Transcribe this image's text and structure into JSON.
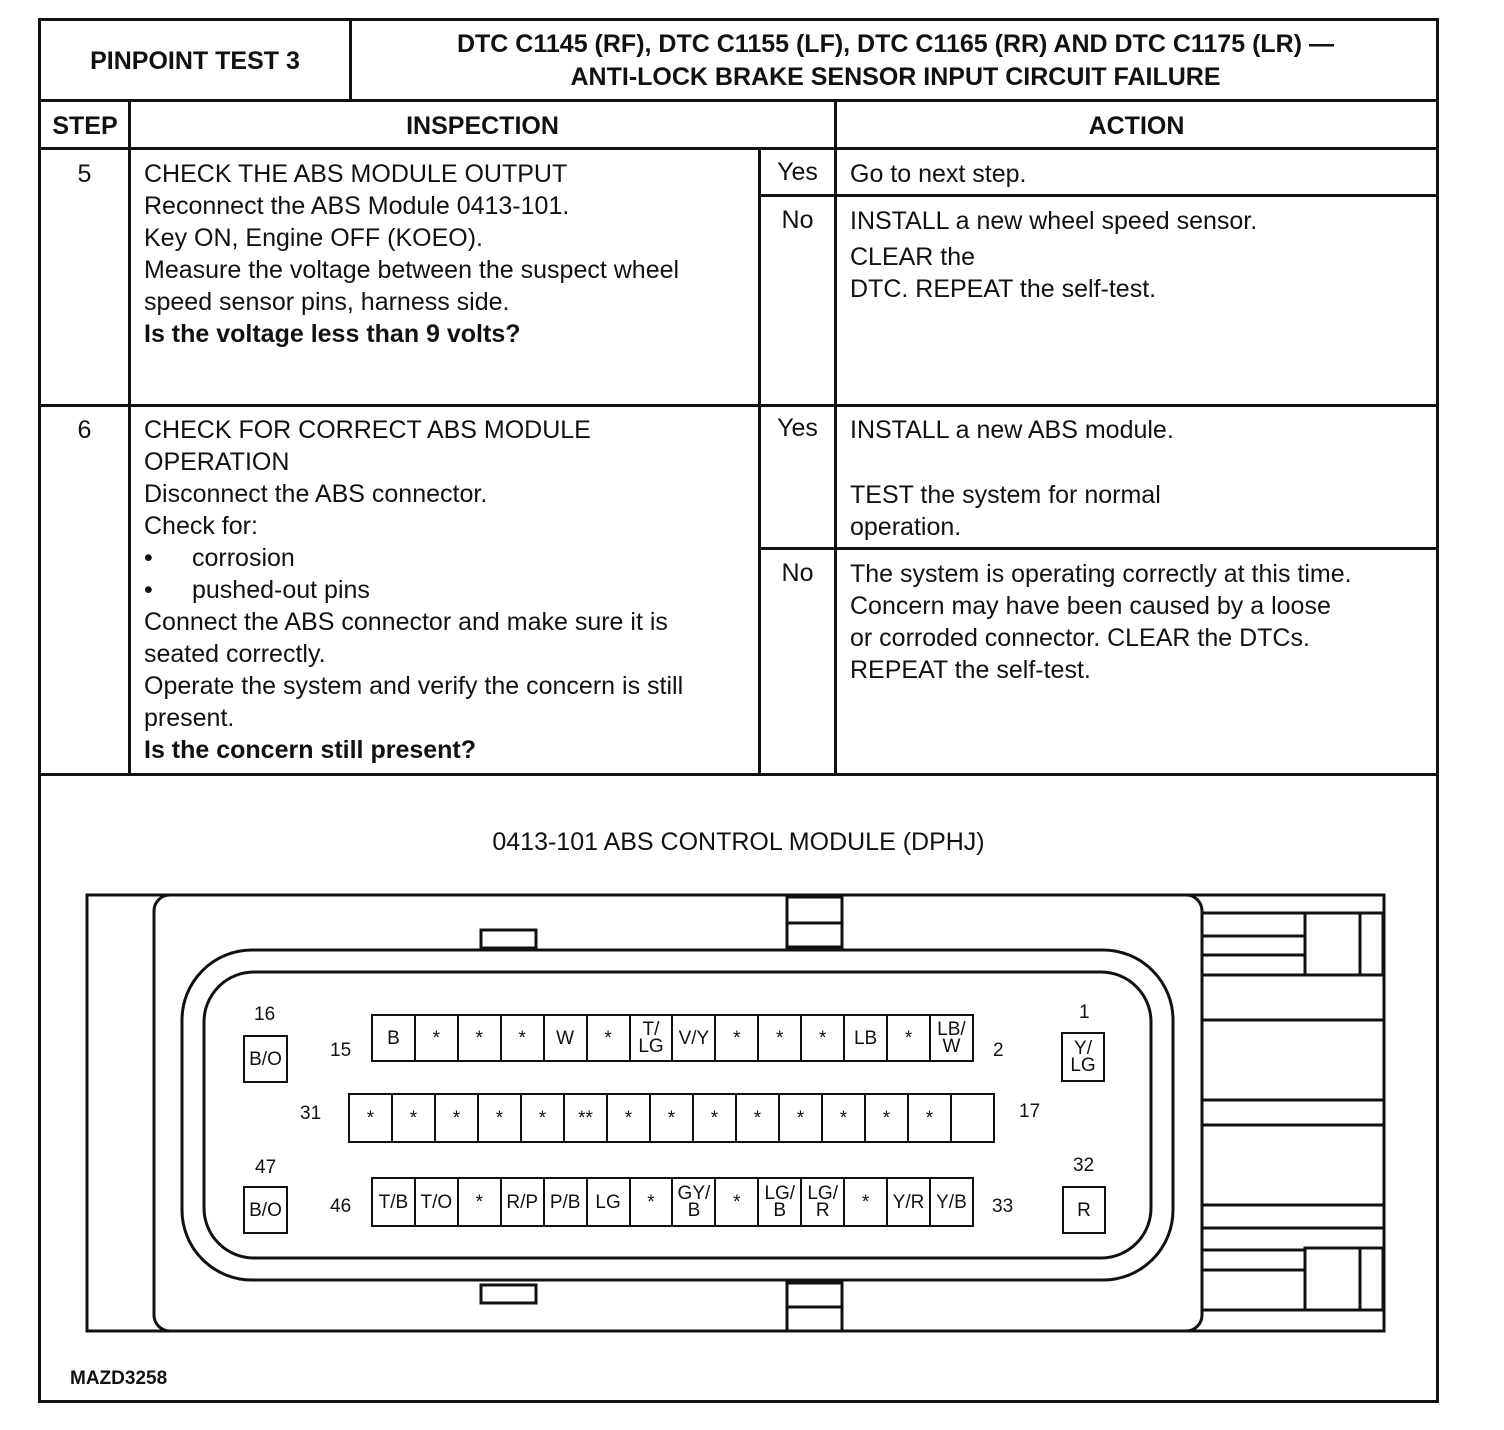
{
  "header": {
    "test_label": "PINPOINT TEST 3",
    "title_line1": "DTC C1145 (RF), DTC C1155 (LF), DTC C1165 (RR) AND DTC C1175 (LR) —",
    "title_line2": "ANTI-LOCK BRAKE SENSOR INPUT CIRCUIT FAILURE"
  },
  "columns": {
    "step": "STEP",
    "inspection": "INSPECTION",
    "action": "ACTION"
  },
  "steps": [
    {
      "number": "5",
      "title": "CHECK THE ABS MODULE OUTPUT",
      "lines": [
        "Reconnect the ABS Module 0413-101.",
        "Key ON, Engine OFF (KOEO).",
        "Measure the voltage between the suspect wheel",
        "speed sensor pins, harness side."
      ],
      "question": "Is the voltage less than 9 volts?",
      "yes_label": "Yes",
      "yes_action": [
        "Go to next step."
      ],
      "no_label": "No",
      "no_action": [
        "INSTALL a new wheel speed sensor.",
        "CLEAR the",
        "DTC. REPEAT the self-test."
      ]
    },
    {
      "number": "6",
      "title_lines": [
        "CHECK FOR CORRECT ABS MODULE",
        "OPERATION"
      ],
      "lines": [
        "Disconnect the ABS connector.",
        "Check for:"
      ],
      "bullets": [
        "corrosion",
        "pushed-out pins"
      ],
      "lines_after": [
        "Connect the ABS connector and make sure it is",
        "seated correctly.",
        "Operate the system and verify the concern is still",
        "present."
      ],
      "question": "Is the concern still present?",
      "yes_label": "Yes",
      "yes_action": [
        "INSTALL a new ABS module.",
        "TEST the system for normal",
        "operation."
      ],
      "no_label": "No",
      "no_action": [
        "The system is operating correctly at this time.",
        "Concern may have been caused by a loose",
        "or corroded connector.  CLEAR the DTCs.",
        "REPEAT the self-test."
      ]
    }
  ],
  "diagram": {
    "title": "0413-101 ABS CONTROL MODULE (DPHJ)",
    "figure_id": "MAZD3258",
    "pin_numbers": {
      "p16": "16",
      "p15": "15",
      "p2": "2",
      "p1": "1",
      "p31": "31",
      "p17": "17",
      "p47": "47",
      "p46": "46",
      "p33": "33",
      "p32": "32"
    },
    "side_pins": {
      "left_top": "B/O",
      "left_bottom": "B/O",
      "right_top": [
        "Y/",
        "LG"
      ],
      "right_bottom": "R"
    },
    "row1": [
      [
        "B"
      ],
      [
        "*"
      ],
      [
        "*"
      ],
      [
        "*"
      ],
      [
        "W"
      ],
      [
        "*"
      ],
      [
        "T/",
        "LG"
      ],
      [
        "V/Y"
      ],
      [
        "*"
      ],
      [
        "*"
      ],
      [
        "*"
      ],
      [
        "LB"
      ],
      [
        "*"
      ],
      [
        "LB/",
        "W"
      ]
    ],
    "row2": [
      [
        "*"
      ],
      [
        "*"
      ],
      [
        "*"
      ],
      [
        "*"
      ],
      [
        "*"
      ],
      [
        "**"
      ],
      [
        "*"
      ],
      [
        "*"
      ],
      [
        "*"
      ],
      [
        "*"
      ],
      [
        "*"
      ],
      [
        "*"
      ],
      [
        "*"
      ],
      [
        "*"
      ],
      [
        ""
      ]
    ],
    "row3": [
      [
        "T/B"
      ],
      [
        "T/O"
      ],
      [
        "*"
      ],
      [
        "R/P"
      ],
      [
        "P/B"
      ],
      [
        "LG"
      ],
      [
        "*"
      ],
      [
        "GY/",
        "B"
      ],
      [
        "*"
      ],
      [
        "LG/",
        "B"
      ],
      [
        "LG/",
        "R"
      ],
      [
        "*"
      ],
      [
        "Y/R"
      ],
      [
        "Y/B"
      ]
    ]
  }
}
